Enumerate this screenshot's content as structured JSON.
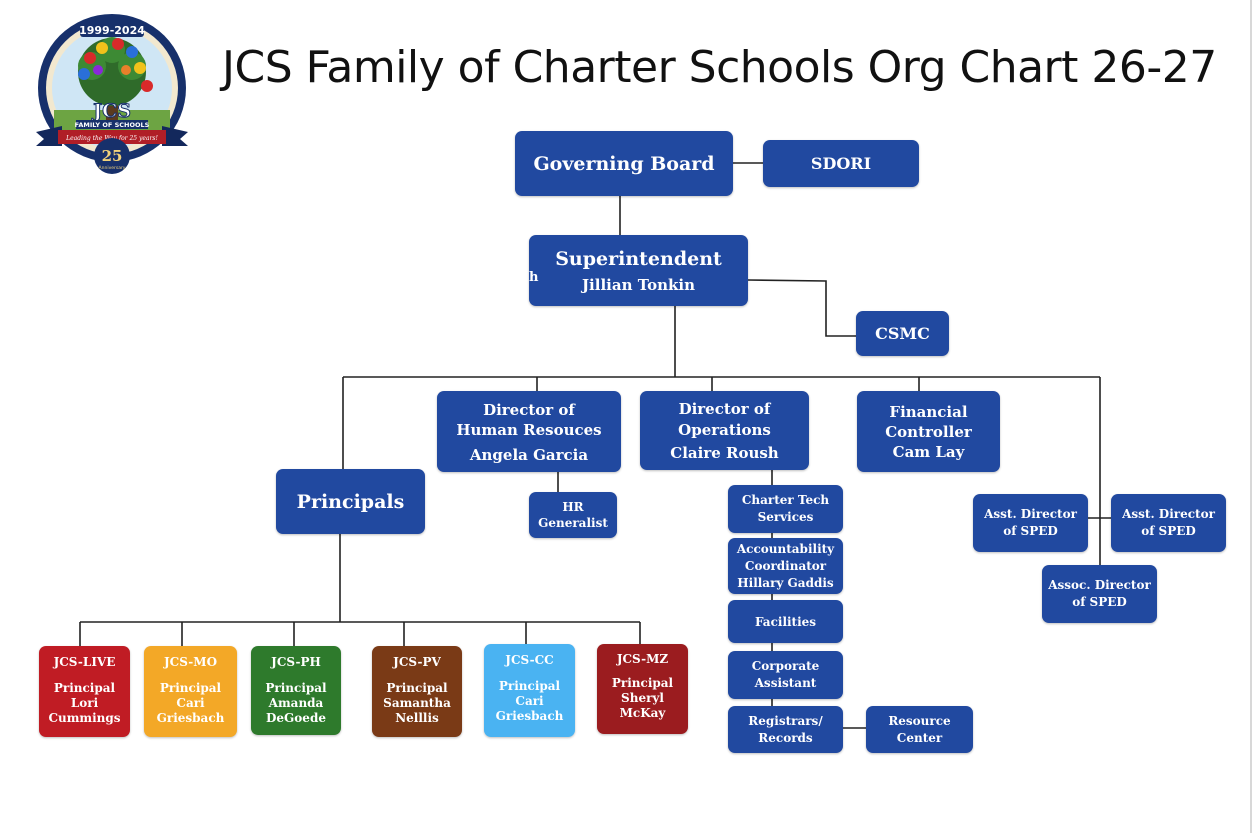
{
  "title": "JCS Family of Charter Schools Org Chart 26-27",
  "logo": {
    "years": "1999-2024",
    "name": "JCS",
    "subtitle": "FAMILY OF SCHOOLS",
    "ribbon": "Leading the Way for 25 years!",
    "anniversary_number": "25",
    "anniversary_word": "Anniversary"
  },
  "colors": {
    "node_blue": "#2149a0",
    "live": "#c01c24",
    "mo": "#f3a827",
    "ph": "#2e7a2c",
    "pv": "#7a3a16",
    "cc": "#4ab3f2",
    "mz": "#9b1c1f"
  },
  "nodes": {
    "governing_board": "Governing Board",
    "sdori": "SDORI",
    "superintendent": {
      "role": "Superintendent",
      "name": "Jillian Tonkin",
      "stray": "h"
    },
    "csmc": "CSMC",
    "hr_director": {
      "role": "Director of\nHuman Resouces",
      "name": "Angela Garcia"
    },
    "ops_director": {
      "role": "Director of\nOperations",
      "name": "Claire Roush"
    },
    "financial_controller": {
      "role": "Financial\nController",
      "name": "Cam Lay"
    },
    "principals": "Principals",
    "hr_generalist": "HR\nGeneralist",
    "charter_tech": "Charter Tech\nServices",
    "accountability": "Accountability\nCoordinator\nHillary Gaddis",
    "facilities": "Facilities",
    "corporate_assistant": "Corporate\nAssistant",
    "registrars": "Registrars/\nRecords",
    "resource_center": "Resource\nCenter",
    "asst_sped_1": "Asst. Director\nof SPED",
    "asst_sped_2": "Asst. Director\nof SPED",
    "assoc_sped": "Assoc. Director\nof SPED"
  },
  "schools": [
    {
      "code": "JCS-LIVE",
      "principal": "Principal\nLori\nCummings"
    },
    {
      "code": "JCS-MO",
      "principal": "Principal\nCari\nGriesbach"
    },
    {
      "code": "JCS-PH",
      "principal": "Principal\nAmanda\nDeGoede"
    },
    {
      "code": "JCS-PV",
      "principal": "Principal\nSamantha\nNelllis"
    },
    {
      "code": "JCS-CC",
      "principal": "Principal\nCari\nGriesbach"
    },
    {
      "code": "JCS-MZ",
      "principal": "Principal\nSheryl\nMcKay"
    }
  ]
}
